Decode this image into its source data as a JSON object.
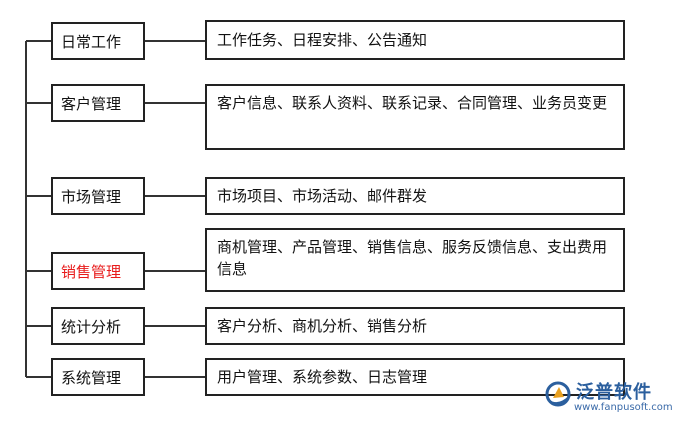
{
  "categories": [
    {
      "label": "日常工作",
      "details": "工作任务、日程安排、公告通知"
    },
    {
      "label": "客户管理",
      "details": "客户信息、联系人资料、联系记录、合同管理、业务员变更"
    },
    {
      "label": "市场管理",
      "details": "市场项目、市场活动、邮件群发"
    },
    {
      "label": "销售管理",
      "details": "商机管理、产品管理、销售信息、服务反馈信息、支出费用信息",
      "highlight": true
    },
    {
      "label": "统计分析",
      "details": "客户分析、商机分析、销售分析"
    },
    {
      "label": "系统管理",
      "details": "用户管理、系统参数、日志管理"
    }
  ],
  "logo": {
    "title": "泛普软件",
    "subtitle": "www.fanpusoft.com"
  },
  "colors": {
    "border": "#222222",
    "highlight": "#e81c1c",
    "logo": "#2b5f9e"
  }
}
